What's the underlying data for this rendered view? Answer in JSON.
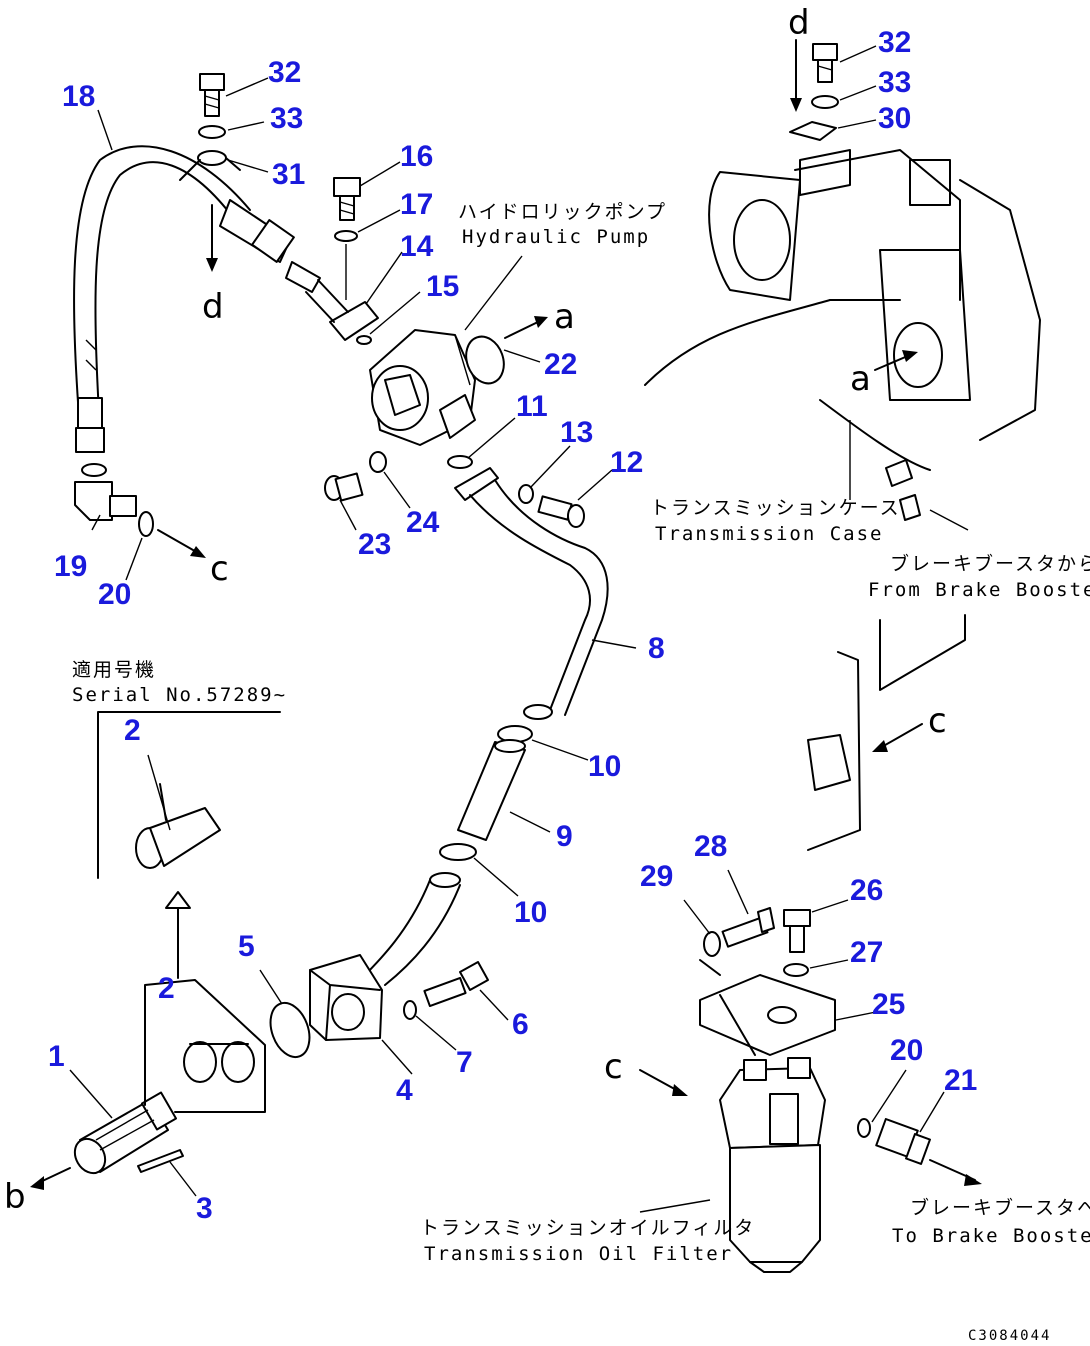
{
  "numbers": {
    "n1": "1",
    "n2a": "2",
    "n2b": "2",
    "n3": "3",
    "n4": "4",
    "n5": "5",
    "n6": "6",
    "n7": "7",
    "n8": "8",
    "n9": "9",
    "n10a": "10",
    "n10b": "10",
    "n11": "11",
    "n12": "12",
    "n13": "13",
    "n14": "14",
    "n15": "15",
    "n16": "16",
    "n17": "17",
    "n18": "18",
    "n19": "19",
    "n20a": "20",
    "n20b": "20",
    "n21": "21",
    "n22": "22",
    "n23": "23",
    "n24": "24",
    "n25": "25",
    "n26": "26",
    "n27": "27",
    "n28": "28",
    "n29": "29",
    "n30": "30",
    "n31": "31",
    "n32a": "32",
    "n32b": "32",
    "n33a": "33",
    "n33b": "33"
  },
  "captions": {
    "pump_jp": "ハイドロリックポンプ",
    "pump_en": "Hydraulic Pump",
    "case_jp": "トランスミッションケース",
    "case_en": "Transmission Case",
    "from_jp": "ブレーキブースタから",
    "from_en": "From Brake Booster",
    "serial_jp": "適用号機",
    "serial_en": "Serial No.57289~",
    "filter_jp": "トランスミッションオイルフィルタ",
    "filter_en": "Transmission Oil Filter",
    "to_jp": "ブレーキブースタへ",
    "to_en": "To Brake Booster"
  },
  "letters": {
    "a1": "a",
    "a2": "a",
    "b": "b",
    "c1": "c",
    "c2": "c",
    "c3": "c",
    "d1": "d",
    "d2": "d"
  },
  "drawing_code": "C3084044"
}
